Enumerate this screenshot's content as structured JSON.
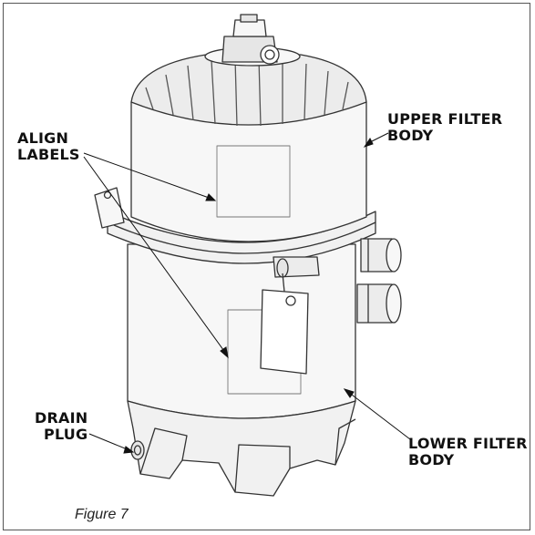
{
  "labels": {
    "upper_filter_body": [
      "UPPER FILTER",
      "BODY"
    ],
    "align_labels": [
      "ALIGN",
      "LABELS"
    ],
    "drain_plug": [
      "DRAIN",
      "PLUG"
    ],
    "lower_filter_body": [
      "LOWER FILTER",
      "BODY"
    ]
  },
  "caption": "Figure 7",
  "colors": {
    "line": "#333333",
    "body_fill": "#f7f7f7",
    "shade": "#e6e6e6",
    "frame": "#555555"
  }
}
